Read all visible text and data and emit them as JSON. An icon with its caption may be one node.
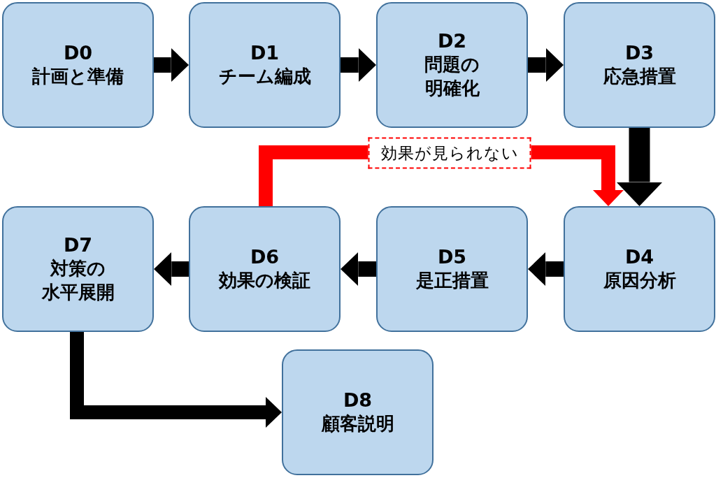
{
  "diagram": {
    "nodes": [
      {
        "text": [
          "D0",
          "計画と準備"
        ]
      },
      {
        "text": [
          "D1",
          "チーム編成"
        ]
      },
      {
        "text": [
          "D2",
          "問題の明確化"
        ]
      },
      {
        "text": [
          "D3",
          "応急措置"
        ]
      },
      {
        "text": [
          "D4",
          "原因分析"
        ]
      },
      {
        "text": [
          "D5",
          "是正措置"
        ]
      },
      {
        "text": [
          "D6",
          "効果の検証"
        ]
      },
      {
        "text": [
          "D7",
          "対策の水平展開"
        ]
      },
      {
        "text": [
          "D8",
          "顧客説明"
        ]
      }
    ],
    "edges": [
      {
        "from": 0,
        "to": 1,
        "arrow": "to"
      },
      {
        "from": 1,
        "to": 2,
        "arrow": "to"
      },
      {
        "from": 2,
        "to": 3,
        "arrow": "to"
      },
      {
        "from": 3,
        "to": 4,
        "arrow": "to"
      },
      {
        "from": 4,
        "to": 5,
        "arrow": "to"
      },
      {
        "from": 5,
        "to": 6,
        "arrow": "to"
      },
      {
        "from": 6,
        "to": 7,
        "arrow": "to"
      },
      {
        "from": 7,
        "to": 8,
        "arrow": "to"
      },
      {
        "from": 6,
        "to": 4,
        "arrow": "to",
        "label": "効果が見られない",
        "color": "#ff0000"
      }
    ]
  }
}
